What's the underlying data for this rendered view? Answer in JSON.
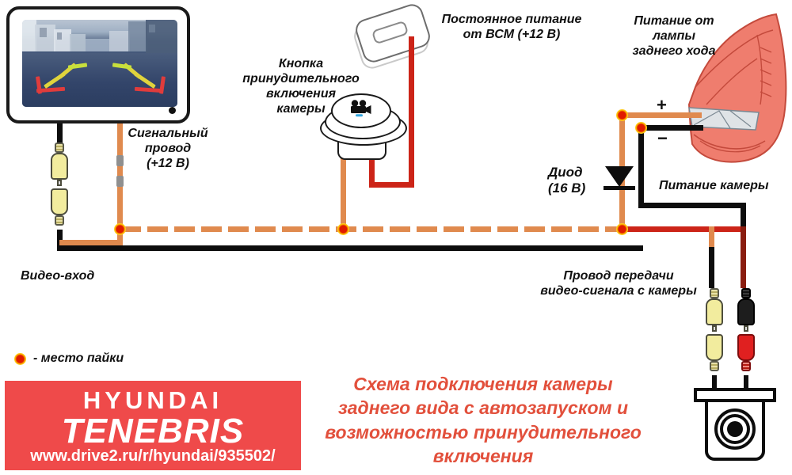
{
  "diagram": {
    "title_caption": "Схема подключения камеры\nзаднего вида с автозапуском и\nвозможностью принудительного\nвключения",
    "caption_color": "#e2503c"
  },
  "labels": {
    "signal_wire": "Сигнальный\nпровод\n(+12 В)",
    "force_button": "Кнопка\nпринудительного\nвключения\nкамеры",
    "constant_power": "Постоянное питание\nот ВСМ (+12 В)",
    "reverse_lamp_power": "Питание от\nлампы\nзаднего хода",
    "diode": "Диод\n(16 В)",
    "camera_power": "Питание камеры",
    "video_in": "Видео-вход",
    "video_signal_wire": "Провод передачи\nвидео-сигнала с камеры",
    "plus_sign": "+",
    "minus_sign": "−",
    "legend_solder": "- место пайки"
  },
  "logo": {
    "brand": "HYUNDAI",
    "model": "TENEBRIS",
    "url": "www.drive2.ru/r/hyundai/935502/",
    "background": "#ef4a4a"
  },
  "icons": {
    "monitor": "monitor-screen-icon",
    "button": "push-button-icon",
    "camera_glyph": "video-camera-icon",
    "bcm": "bcm-module-icon",
    "taillight": "tail-light-icon",
    "diode": "diode-icon",
    "rear_camera": "rear-camera-icon",
    "solder": "solder-point-icon"
  },
  "colors": {
    "orange_wire": "#e08a4e",
    "red_wire": "#cc2418",
    "black_wire": "#0d0d0d",
    "dark_red_wire": "#8a1d10",
    "solder_point": "#e01b00",
    "taillight": "#ef7d6e"
  }
}
